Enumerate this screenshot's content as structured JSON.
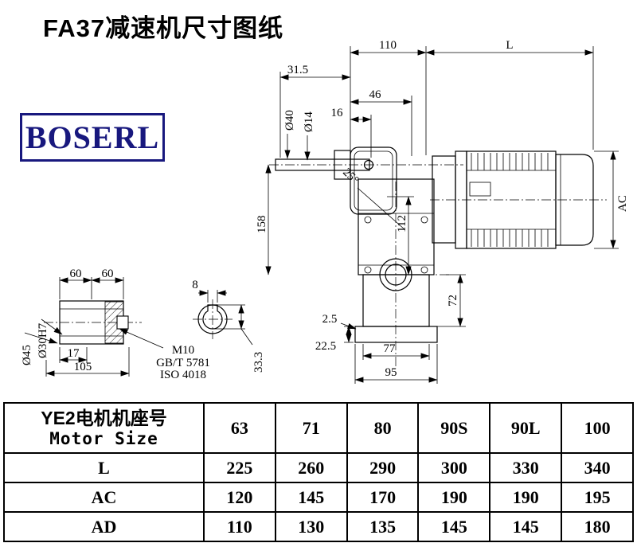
{
  "title": "FA37减速机尺寸图纸",
  "logo": {
    "text": "BOSERL"
  },
  "drawing": {
    "dims": {
      "d110": "110",
      "L": "L",
      "d31_5": "31.5",
      "d46": "46",
      "d16": "16",
      "dia40": "Ø40",
      "dia14": "Ø14",
      "ang25": "25°",
      "d158": "158",
      "d112": "112",
      "AC": "AC",
      "d72": "72",
      "d2_5": "2.5",
      "d22_5": "22.5",
      "d77": "77",
      "d95": "95",
      "d60_1": "60",
      "d60_2": "60",
      "d8": "8",
      "dia45": "Ø45",
      "dia30h7": "Ø30H7",
      "d17": "17",
      "d105": "105",
      "m10": "M10",
      "gbt5781": "GB/T 5781",
      "iso4018": "ISO 4018",
      "d33_3": "33.3"
    }
  },
  "table": {
    "header": {
      "title_cn": "YE2电机机座号",
      "title_en": "Motor Size",
      "sizes": [
        "63",
        "71",
        "80",
        "90S",
        "90L",
        "100"
      ]
    },
    "rows": [
      {
        "label": "L",
        "values": [
          "225",
          "260",
          "290",
          "300",
          "330",
          "340"
        ]
      },
      {
        "label": "AC",
        "values": [
          "120",
          "145",
          "170",
          "190",
          "190",
          "195"
        ]
      },
      {
        "label": "AD",
        "values": [
          "110",
          "130",
          "135",
          "145",
          "145",
          "180"
        ]
      }
    ]
  }
}
